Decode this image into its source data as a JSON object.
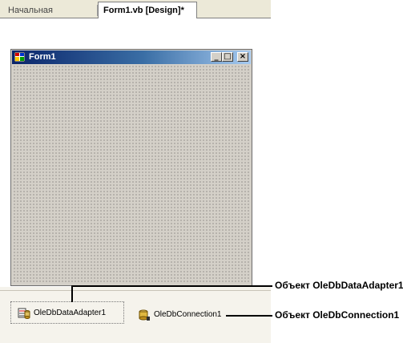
{
  "tabs": {
    "start_page": "Начальная страница",
    "design": "Form1.vb [Design]*"
  },
  "form": {
    "title": "Form1",
    "min_glyph": "_",
    "max_glyph": "□",
    "close_glyph": "×"
  },
  "tray": {
    "adapter": "OleDbDataAdapter1",
    "connection": "OleDbConnection1"
  },
  "callouts": {
    "adapter": "Объект OleDbDataAdapter1",
    "connection": "Объект OleDbConnection1"
  },
  "icons": {
    "form": "form-icon",
    "adapter": "data-adapter-icon",
    "connection": "database-connection-icon"
  }
}
